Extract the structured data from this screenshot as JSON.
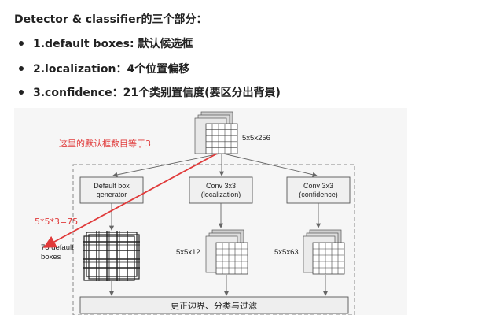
{
  "heading": "Detector & classifier的三个部分：",
  "bullets": [
    "1.default boxes: 默认候选框",
    "2.localization：4个位置偏移",
    "3.confidence：21个类别置信度(要区分出背景)"
  ],
  "diagram": {
    "input_label": "5x5x256",
    "annotation_top": "这里的默认框数目等于3",
    "annotation_left": "5*5*3=75",
    "default_boxes_label": [
      "75 default",
      "boxes"
    ],
    "box_default": [
      "Default box",
      "generator"
    ],
    "box_loc": [
      "Conv 3x3",
      "(localization)"
    ],
    "box_conf": [
      "Conv 3x3",
      "(confidence)"
    ],
    "loc_out_label": "5x5x12",
    "conf_out_label": "5x5x63",
    "bottom_label": "更正边界、分类与过滤",
    "colors": {
      "annotation": "#e03a3a",
      "box_fill": "#f0f0f0",
      "border": "#555555",
      "figure_bg": "#f6f6f6"
    }
  }
}
